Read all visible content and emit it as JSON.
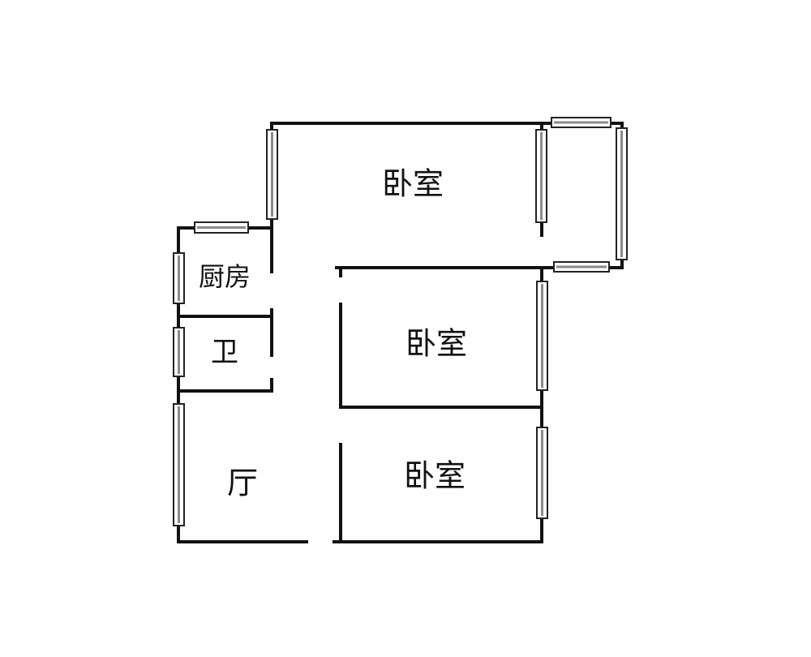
{
  "floor_plan": {
    "rooms": {
      "bedroom_top": "卧室",
      "bedroom_middle": "卧室",
      "bedroom_bottom": "卧室",
      "kitchen": "厨房",
      "bathroom": "卫",
      "living_room": "厅"
    }
  }
}
